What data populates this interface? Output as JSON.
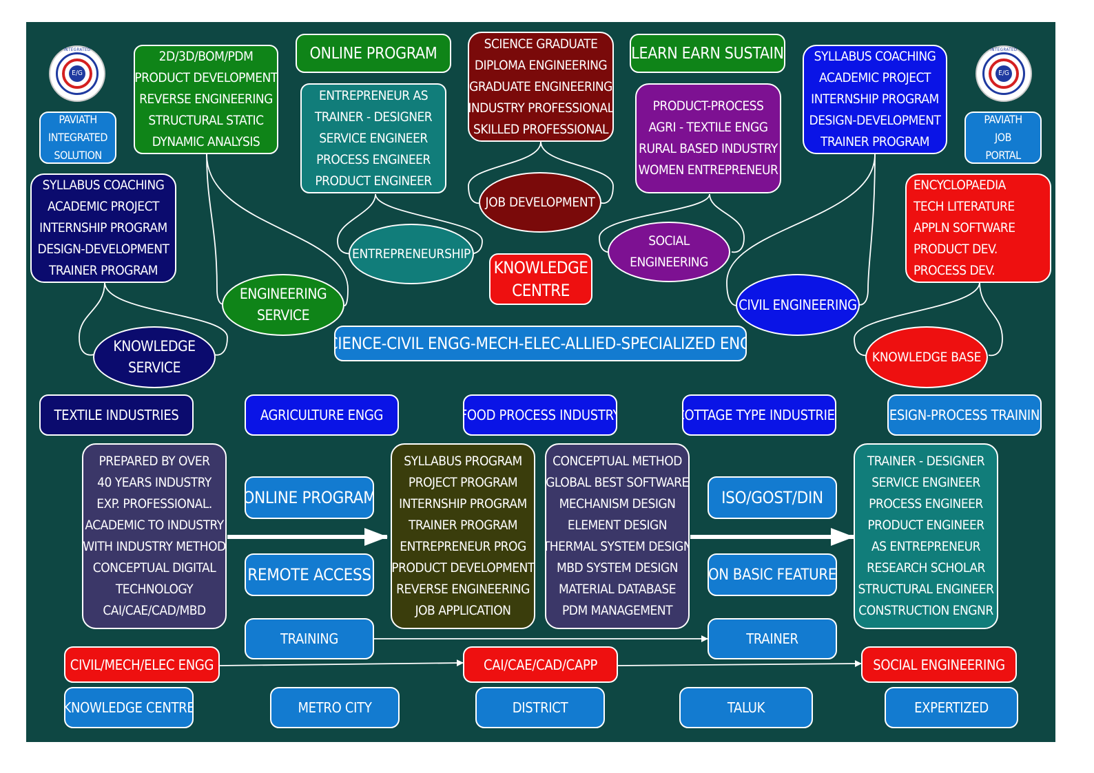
{
  "colors": {
    "background": "#0e4743",
    "white": "#ffffff",
    "navy": "#0b0b6e",
    "blue": "#0a14e6",
    "sky": "#137bd0",
    "red": "#ee1010",
    "maroon": "#7a0a0a",
    "green": "#0f8418",
    "teal": "#117d7a",
    "purple": "#7d1192",
    "slate": "#3b3768",
    "olive": "#3a3d0c"
  },
  "logos": {
    "left": {
      "ring_text": "INTEGRATED",
      "center": "E/G",
      "caption": [
        "PAVIATH",
        "INTEGRATED",
        "SOLUTION"
      ]
    },
    "right": {
      "ring_text": "INTEGRATED",
      "center": "E/G",
      "caption": [
        "PAVIATH",
        "JOB",
        "PORTAL"
      ]
    }
  },
  "top": {
    "online_program": "ONLINE PROGRAM",
    "learn_earn": "LEARN EARN SUSTAIN",
    "design_list": [
      "2D/3D/BOM/PDM",
      "PRODUCT DEVELOPMENT",
      "REVERSE ENGINEERING",
      "STRUCTURAL STATIC",
      "DYNAMIC ANALYSIS"
    ],
    "entrepreneur_list": [
      "ENTREPRENEUR AS",
      "TRAINER - DESIGNER",
      "SERVICE ENGINEER",
      "PROCESS ENGINEER",
      "PRODUCT ENGINEER"
    ],
    "graduate_list": [
      "SCIENCE GRADUATE",
      "DIPLOMA ENGINEERING",
      "GRADUATE ENGINEERING",
      "INDUSTRY PROFESSIONAL",
      "SKILLED PROFESSIONAL"
    ],
    "product_process_list": [
      "PRODUCT-PROCESS",
      "AGRI - TEXTILE ENGG",
      "RURAL BASED INDUSTRY",
      "WOMEN ENTREPRENEUR"
    ],
    "coaching_right_list": [
      "SYLLABUS COACHING",
      "ACADEMIC PROJECT",
      "INTERNSHIP PROGRAM",
      "DESIGN-DEVELOPMENT",
      "TRAINER PROGRAM"
    ],
    "coaching_left_list": [
      "SYLLABUS COACHING",
      "ACADEMIC PROJECT",
      "INTERNSHIP PROGRAM",
      "DESIGN-DEVELOPMENT",
      "TRAINER PROGRAM"
    ],
    "encyclopaedia_list": [
      "ENCYCLOPAEDIA",
      "TECH LITERATURE",
      "APPLN SOFTWARE",
      "PRODUCT DEV.",
      "PROCESS DEV."
    ],
    "job_development": "JOB DEVELOPMENT",
    "entrepreneurship": "ENTREPRENEURSHIP",
    "knowledge_centre": [
      "KNOWLEDGE",
      "CENTRE"
    ],
    "social_engineering": [
      "SOCIAL",
      "ENGINEERING"
    ],
    "engineering_service": [
      "ENGINEERING",
      "SERVICE"
    ],
    "civil_engineering": "CIVIL ENGINEERING",
    "knowledge_service": [
      "KNOWLEDGE",
      "SERVICE"
    ],
    "knowledge_base": "KNOWLEDGE BASE",
    "science_banner": "SCIENCE-CIVIL ENGG-MECH-ELEC-ALLIED-SPECIALIZED ENGG"
  },
  "industries": [
    "TEXTILE INDUSTRIES",
    "AGRICULTURE ENGG",
    "FOOD PROCESS INDUSTRY",
    "COTTAGE TYPE INDUSTRIES",
    "DESIGN-PROCESS TRAINING"
  ],
  "bottom": {
    "prepared_list": [
      "PREPARED BY OVER",
      "40 YEARS INDUSTRY",
      "EXP. PROFESSIONAL.",
      "ACADEMIC TO INDUSTRY",
      "WITH INDUSTRY METHOD",
      "CONCEPTUAL DIGITAL",
      "TECHNOLOGY",
      "CAI/CAE/CAD/MBD"
    ],
    "online_program": "ONLINE PROGRAM",
    "remote_access": "REMOTE ACCESS",
    "syllabus_list": [
      "SYLLABUS PROGRAM",
      "PROJECT PROGRAM",
      "INTERNSHIP PROGRAM",
      "TRAINER PROGRAM",
      "ENTREPRENEUR PROG",
      "PRODUCT DEVELOPMENT",
      "REVERSE ENGINEERING",
      "JOB APPLICATION"
    ],
    "conceptual_list": [
      "CONCEPTUAL METHOD",
      "GLOBAL BEST SOFTWARE",
      "MECHANISM DESIGN",
      "ELEMENT DESIGN",
      "THERMAL SYSTEM DESIGN",
      "MBD SYSTEM DESIGN",
      "MATERIAL DATABASE",
      "PDM MANAGEMENT"
    ],
    "iso": "ISO/GOST/DIN",
    "basic_feature": "ON BASIC FEATURE",
    "trainer_list": [
      "TRAINER - DESIGNER",
      "SERVICE ENGINEER",
      "PROCESS ENGINEER",
      "PRODUCT ENGINEER",
      "AS ENTREPRENEUR",
      "RESEARCH SCHOLAR",
      "STRUCTURAL ENGINEER",
      "CONSTRUCTION ENGNR"
    ],
    "training": "TRAINING",
    "trainer": "TRAINER",
    "civil_mech_elec": "CIVIL/MECH/ELEC ENGG",
    "cai": "CAI/CAE/CAD/CAPP",
    "social_engineering": "SOCIAL ENGINEERING",
    "locations": [
      "KNOWLEDGE CENTRE",
      "METRO CITY",
      "DISTRICT",
      "TALUK",
      "EXPERTIZED"
    ]
  }
}
